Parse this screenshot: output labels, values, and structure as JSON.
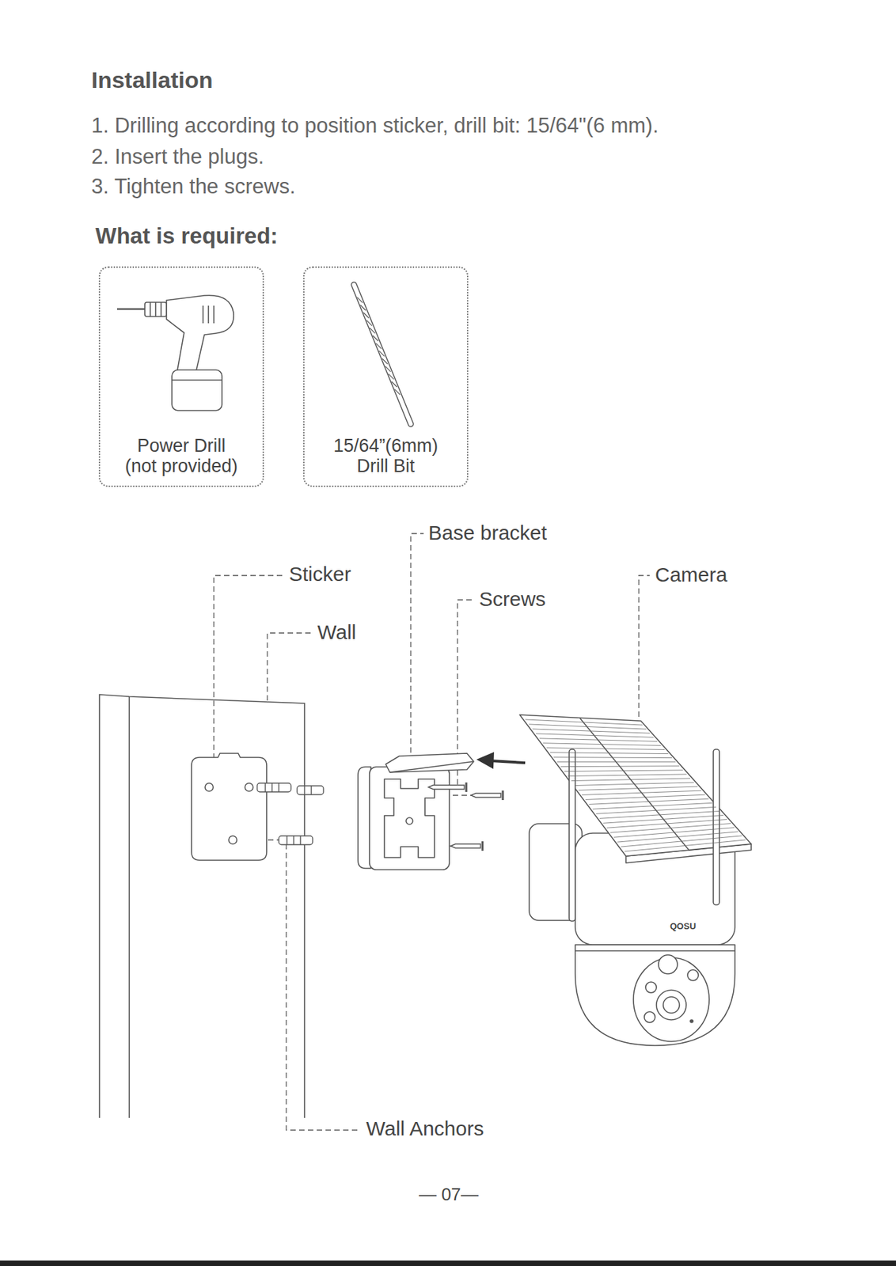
{
  "diagram": {
    "title": "Installation",
    "nodes": [
      {
        "text": [
          "Power Drill (not provided)"
        ]
      },
      {
        "text": [
          "15/64”(6mm) Drill Bit"
        ]
      }
    ],
    "labels": [
      "1. Drilling according to position sticker, drill bit: 15/64\"(6 mm).",
      "2. Insert the plugs.",
      "3. Tighten the screws.",
      "What is required:",
      "Base bracket",
      "Sticker",
      "Camera",
      "Screws",
      "Wall",
      "QOSU",
      "Wall Anchors",
      "— 07—"
    ]
  }
}
